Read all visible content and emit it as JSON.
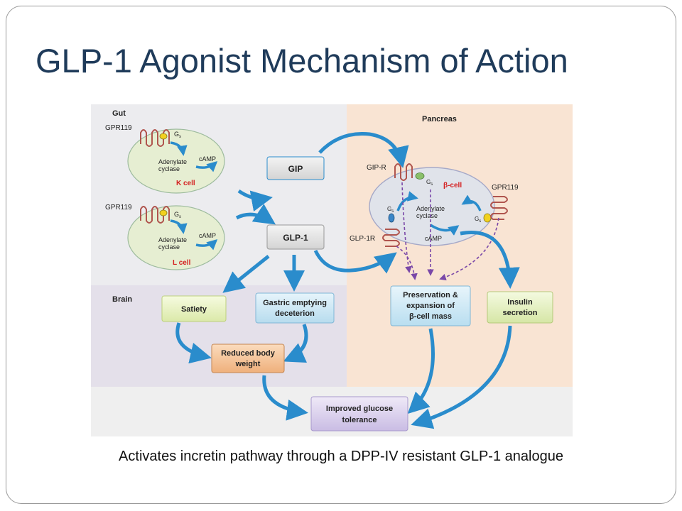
{
  "slide": {
    "title": "GLP-1 Agonist Mechanism of Action",
    "caption": "Activates incretin pathway through a DPP-IV resistant GLP-1 analogue"
  },
  "diagram": {
    "regions": {
      "gut": "Gut",
      "brain": "Brain",
      "pancreas": "Pancreas"
    },
    "k_cell": {
      "receptor": "GPR119",
      "gs": "G",
      "gs_sub": "s",
      "adenylate": "Adenylate",
      "cyclase": "cyclase",
      "camp": "cAMP",
      "label": "K cell"
    },
    "l_cell": {
      "receptor": "GPR119",
      "gs": "G",
      "gs_sub": "s",
      "adenylate": "Adenylate",
      "cyclase": "cyclase",
      "camp": "cAMP",
      "label": "L cell"
    },
    "hormones": {
      "gip": "GIP",
      "glp1": "GLP-1"
    },
    "beta_cell": {
      "label": "β-cell",
      "gip_r": "GIP-R",
      "glp1_r": "GLP-1R",
      "gpr119": "GPR119",
      "gs": "G",
      "gs_sub": "s",
      "adenylate": "Adenylate",
      "cyclase": "cyclase",
      "camp": "cAMP"
    },
    "outcomes": {
      "satiety": "Satiety",
      "gastric_1": "Gastric emptying",
      "gastric_2": "deceterion",
      "reduced_1": "Reduced body",
      "reduced_2": "weight",
      "preservation_1": "Preservation &",
      "preservation_2": "expansion of",
      "preservation_3": "β-cell mass",
      "insulin_1": "Insulin",
      "insulin_2": "secretion",
      "glucose_1": "Improved glucose",
      "glucose_2": "tolerance"
    },
    "colors": {
      "gut_bg": "#ececef",
      "brain_bg": "#e4e0ea",
      "pancreas_bg": "#f9e4d3",
      "cell_fill": "#e6eed2",
      "beta_cell_fill": "#e0e3ea",
      "arrow_blue": "#2a8ccc",
      "receptor": "#b0554e",
      "dashed_purple": "#7a48a8",
      "satiety_box": "#eaf3c4",
      "gastric_box": "#cde7f4",
      "reduced_box": "#f5c79c",
      "glucose_box": "#ddd3ee"
    }
  }
}
